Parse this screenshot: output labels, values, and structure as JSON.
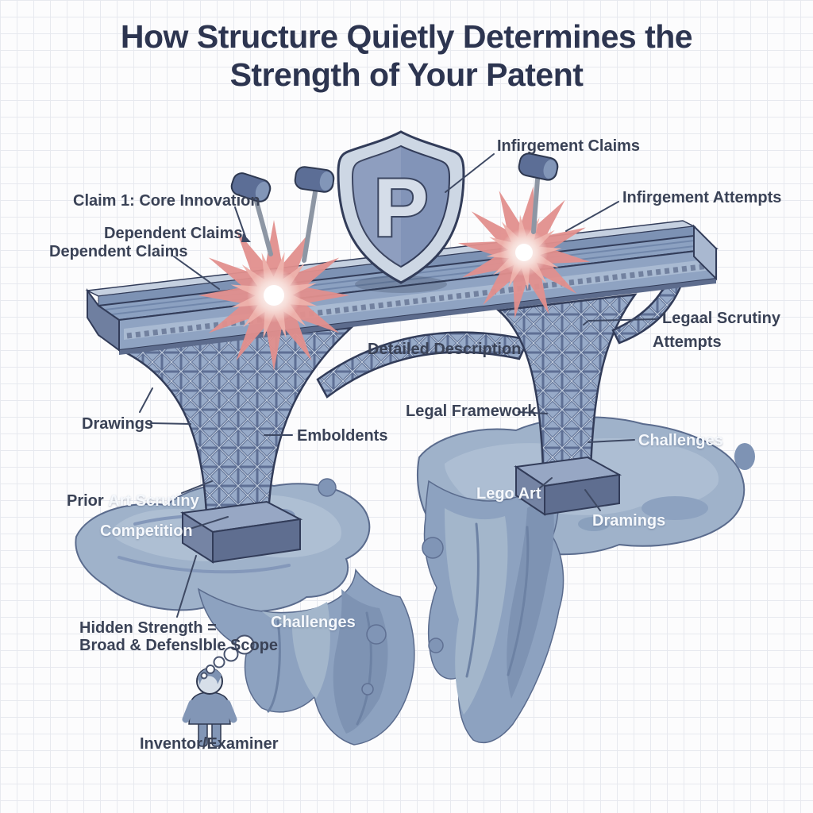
{
  "title": "How Structure Quietly Determines the Strength of Your Patent",
  "shield": {
    "letter": "P"
  },
  "labels": {
    "claim1": "Claim 1: Core Innovation",
    "dependent_claims_1": "Dependent Claims",
    "dependent_claims_2": "Dependent Claims",
    "infringement_claims": "Infirgement Claims",
    "infringement_attempts": "Infirgement Attempts",
    "legal_scrutiny_line1": "Legaal Scrutiny",
    "legal_scrutiny_line2": "Attempts",
    "detailed_description": "Detailed Description",
    "legal_framework": "Legal Framework",
    "drawings_left": "Drawings",
    "emboldents": "Emboldents",
    "prior_art_prefix": "Prior",
    "prior_art_suffix": "Art Scrutiny",
    "competition": "Competition",
    "lego_art": "Lego Art",
    "drawings_right": "Dramings",
    "challenges_right": "Challenges",
    "challenges_center": "Challenges",
    "hidden_line1": "Hidden Strength =",
    "hidden_line2": "Broad & Defenslble Scope",
    "inventor": "Inventor/Examiner"
  },
  "colors": {
    "title_ink": "#2d3550",
    "label_ink": "#3a4256",
    "label_white": "#f5f8fc",
    "outline_ink": "#323c59",
    "bridge_blue": "#8fa3c2",
    "terrain_blue": "#9fb2ca",
    "starburst_red": "#e28f8d",
    "shield_fill": "#8294b8"
  }
}
